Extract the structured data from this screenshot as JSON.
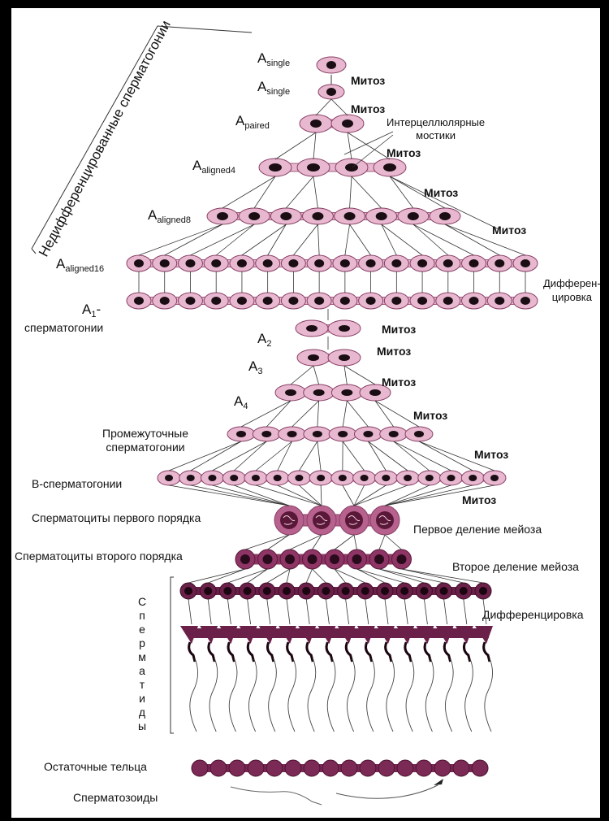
{
  "title": "Недифференцированные сперматогонии",
  "stages": {
    "a_single_1": {
      "letter": "A",
      "sub": "single"
    },
    "a_single_2": {
      "letter": "A",
      "sub": "single"
    },
    "a_paired": {
      "letter": "A",
      "sub": "paired"
    },
    "a_aligned4": {
      "letter": "A",
      "sub": "aligned4"
    },
    "a_aligned8": {
      "letter": "A",
      "sub": "aligned8"
    },
    "a_aligned16": {
      "letter": "A",
      "sub": "aligned16"
    },
    "a1": {
      "letter": "A",
      "sub": "1",
      "suffix": "-",
      "line2": "сперматогонии"
    },
    "a2": {
      "letter": "A",
      "sub": "2"
    },
    "a3": {
      "letter": "A",
      "sub": "3"
    },
    "a4": {
      "letter": "A",
      "sub": "4"
    },
    "intermediate": "Промежуточные\nсперматогонии",
    "b": "В-сперматогонии",
    "spermatocytes1": "Сперматоциты первого порядка",
    "spermatocytes2": "Сперматоциты второго порядка",
    "spermatids": "Сперматиды",
    "residual": "Остаточные тельца",
    "spermatozoa": "Сперматозоиды"
  },
  "processes": {
    "mitosis": "Митоз",
    "bridges": "Интерцеллюлярные\nмостики",
    "differentiation_short": "Дифферен-\nцировка",
    "meiosis1": "Первое деление мейоза",
    "meiosis2": "Второе деление мейоза",
    "differentiation": "Дифференцировка"
  },
  "colors": {
    "cytoplasm": "#e7b8cf",
    "cytoplasm_edge": "#8a3f66",
    "nucleus": "#1a0d14",
    "spermatocyte_fill": "#b7628e",
    "spermatid_fill": "#6a2048",
    "line": "#333333"
  }
}
